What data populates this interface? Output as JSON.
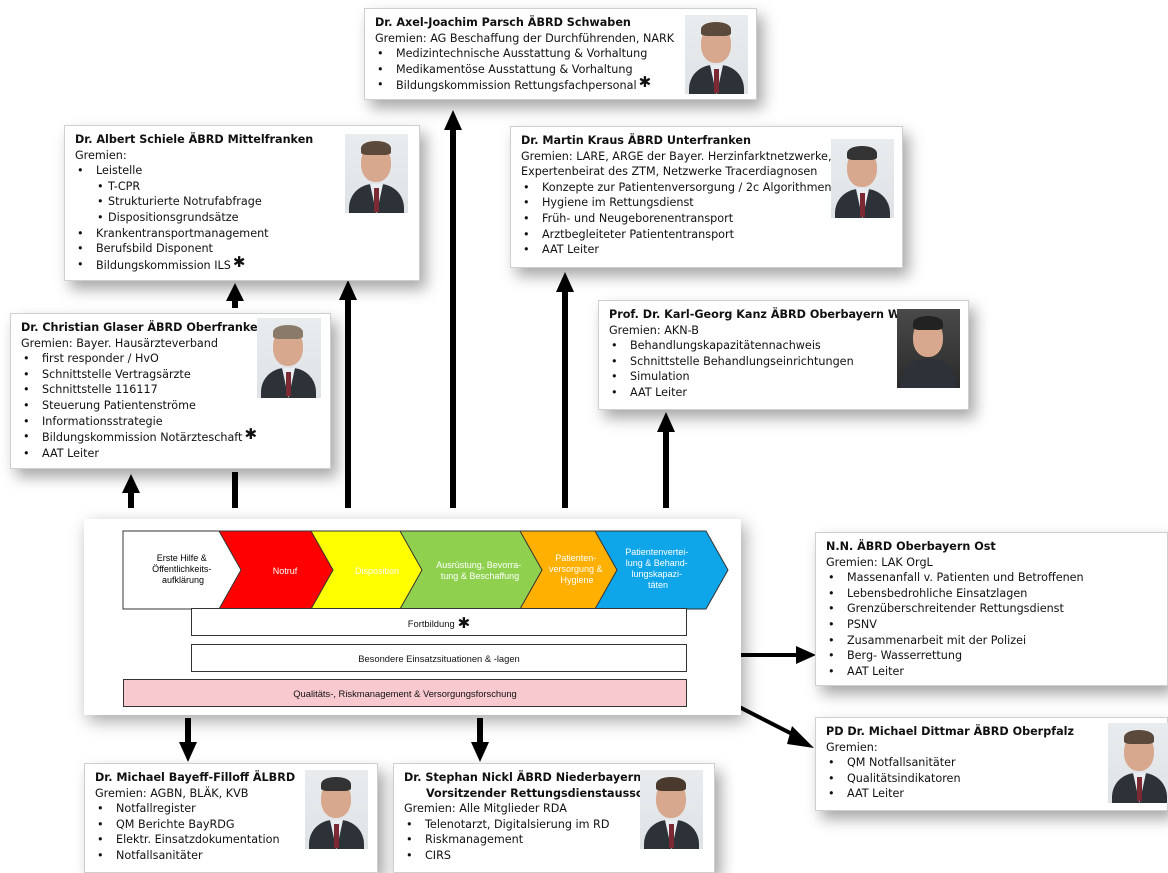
{
  "colors": {
    "notruf": "#ff0000",
    "disposition": "#ffff00",
    "ausruestung": "#8fd14f",
    "patientenversorgung": "#ffb000",
    "patientenverteilung": "#0ea5e9",
    "qualitaet": "#f9c9d0"
  },
  "boxes": {
    "parsch": {
      "title": "Dr. Axel-Joachim Parsch ÄBRD Schwaben",
      "gremien": "Gremien: AG Beschaffung der Durchführenden, NARK",
      "items": [
        "Medizintechnische Ausstattung & Vorhaltung",
        "Medikamentöse Ausstattung & Vorhaltung",
        "Bildungskommission Rettungsfachpersonal"
      ]
    },
    "schiele": {
      "title": "Dr. Albert Schiele ÄBRD Mittelfranken",
      "gremien": "Gremien:",
      "items": [
        "Leistelle",
        "T-CPR",
        "Strukturierte Notrufabfrage",
        "Dispositionsgrundsätze",
        "Krankentransportmanagement",
        "Berufsbild Disponent",
        "Bildungskommission ILS"
      ]
    },
    "kraus": {
      "title": "Dr. Martin Kraus ÄBRD Unterfranken",
      "gremien": "Gremien: LARE, ARGE der Bayer. Herzinfarktnetzwerke,",
      "gremien2": "Expertenbeirat des ZTM, Netzwerke Tracerdiagnosen",
      "items": [
        "Konzepte zur Patientenversorgung / 2c Algorithmen",
        "Hygiene im Rettungsdienst",
        "Früh- und Neugeborenentransport",
        "Arztbegleiteter Patiententransport",
        "AAT Leiter"
      ]
    },
    "kanz": {
      "title": "Prof. Dr. Karl-Georg Kanz ÄBRD Oberbayern West",
      "gremien": "Gremien: AKN-B",
      "items": [
        "Behandlungskapazitätennachweis",
        "Schnittstelle Behandlungseinrichtungen",
        "Simulation",
        "AAT Leiter"
      ]
    },
    "glaser": {
      "title": "Dr. Christian Glaser ÄBRD  Oberfranken",
      "gremien": "Gremien: Bayer. Hausärzteverband",
      "items": [
        "first responder / HvO",
        "Schnittstelle Vertragsärzte",
        "Schnittstelle 116117",
        "Steuerung Patientenströme",
        "Informationsstrategie",
        "Bildungskommission Notärzteschaft",
        "AAT Leiter"
      ]
    },
    "nn": {
      "title": "N.N. ÄBRD Oberbayern Ost",
      "gremien": "Gremien: LAK OrgL",
      "items": [
        "Massenanfall v. Patienten und Betroffenen",
        "Lebensbedrohliche Einsatzlagen",
        "Grenzüberschreitender Rettungsdienst",
        "PSNV",
        "Zusammenarbeit mit der Polizei",
        "Berg- Wasserrettung",
        "AAT Leiter"
      ]
    },
    "dittmar": {
      "title": "PD Dr. Michael Dittmar ÄBRD Oberpfalz",
      "gremien": "Gremien:",
      "items": [
        "QM Notfallsanitäter",
        "Qualitätsindikatoren",
        "AAT Leiter"
      ]
    },
    "bayeff": {
      "title": "Dr. Michael Bayeff-Filloff ÄLBRD",
      "gremien": "Gremien: AGBN, BLÄK, KVB",
      "items": [
        "Notfallregister",
        "QM Berichte BayRDG",
        "Elektr. Einsatzdokumentation",
        "Notfallsanitäter"
      ]
    },
    "nickl": {
      "title": "Dr. Stephan Nickl ÄBRD Niederbayern",
      "title2": "Vorsitzender Rettungsdienstausschuss",
      "gremien": "Gremien:  Alle Mitglieder RDA",
      "items": [
        "Telenotarzt, Digitalsierung im RD",
        "Riskmanagement",
        "CIRS"
      ]
    }
  },
  "process": {
    "steps": [
      {
        "line1": "Erste Hilfe &",
        "line2": "Öffentlichkeits-",
        "line3": "aufklärung"
      },
      {
        "line1": "Notruf"
      },
      {
        "line1": "Disposition"
      },
      {
        "line1": "Ausrüstung, Bevorra-",
        "line2": "tung & Beschaffung"
      },
      {
        "line1": "Patienten-",
        "line2": "versorgung &",
        "line3": "Hygiene"
      },
      {
        "line1": "Patientenvertei-",
        "line2": "lung & Behand-",
        "line3": "lungskapazi-",
        "line4": "täten"
      }
    ],
    "fortbildung": "Fortbildung",
    "besondere": "Besondere Einsatzsituationen & -lagen",
    "qualitaet": "Qualitäts-, Riskmanagement & Versorgungsforschung"
  }
}
